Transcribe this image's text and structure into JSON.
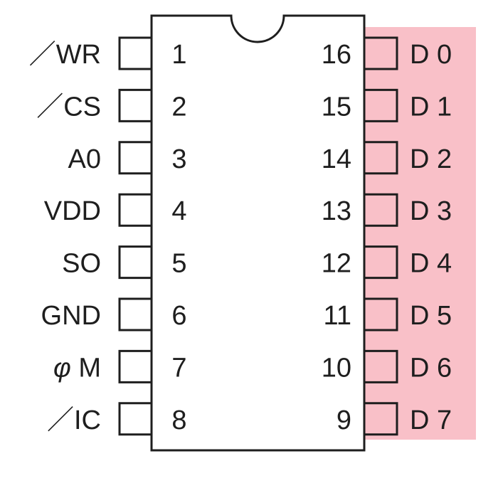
{
  "highlight_color": "#f9c0c8",
  "outline_color": "#1e1e1e",
  "left_pins": [
    {
      "number": "1",
      "name": "WR",
      "overbar": "／",
      "greek": ""
    },
    {
      "number": "2",
      "name": "CS",
      "overbar": "／",
      "greek": ""
    },
    {
      "number": "3",
      "name": "A0",
      "overbar": "",
      "greek": ""
    },
    {
      "number": "4",
      "name": "VDD",
      "overbar": "",
      "greek": ""
    },
    {
      "number": "5",
      "name": "SO",
      "overbar": "",
      "greek": ""
    },
    {
      "number": "6",
      "name": "GND",
      "overbar": "",
      "greek": ""
    },
    {
      "number": "7",
      "name": "M",
      "overbar": "",
      "greek": "φ"
    },
    {
      "number": "8",
      "name": "IC",
      "overbar": "／",
      "greek": ""
    }
  ],
  "right_pins": [
    {
      "number": "16",
      "name": "D 0"
    },
    {
      "number": "15",
      "name": "D 1"
    },
    {
      "number": "14",
      "name": "D 2"
    },
    {
      "number": "13",
      "name": "D 3"
    },
    {
      "number": "12",
      "name": "D 4"
    },
    {
      "number": "11",
      "name": "D 5"
    },
    {
      "number": "10",
      "name": "D 6"
    },
    {
      "number": "9",
      "name": "D 7"
    }
  ]
}
